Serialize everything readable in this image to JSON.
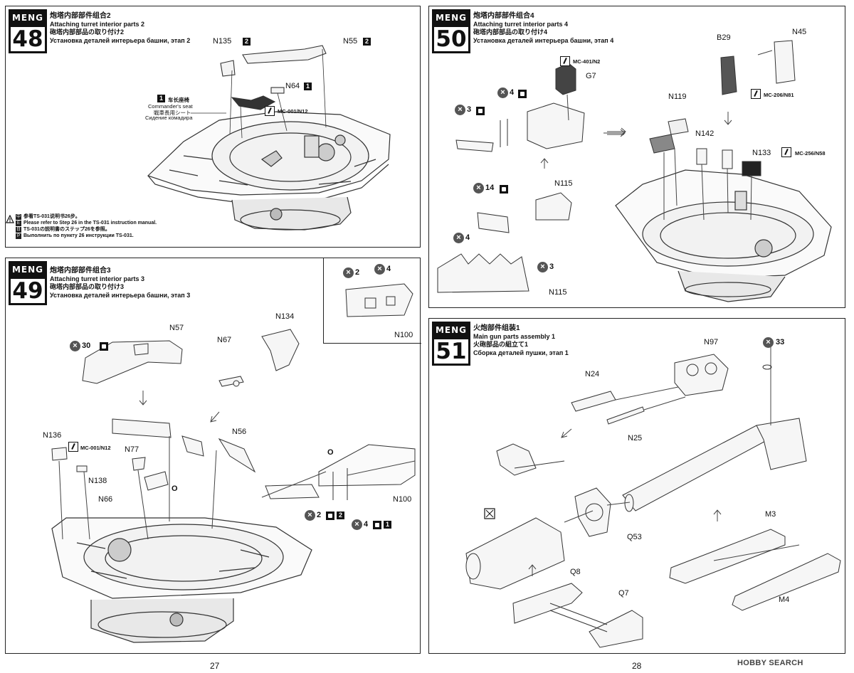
{
  "steps": {
    "s48": {
      "badge": "MENG",
      "number": "48",
      "title_cn": "炮塔内部部件组合2",
      "title_en": "Attaching turret interior parts 2",
      "title_jp": "砲塔内部部品の取り付け2",
      "title_ru": "Установка деталей интерьера башни, этап 2",
      "labels": {
        "n135": "N135",
        "n135_qty": "2",
        "n55": "N55",
        "n55_qty": "2",
        "n64": "N64",
        "n64_qty": "1",
        "seat_qty": "1",
        "seat_cn": "车长座椅",
        "seat_en": "Commander's seat",
        "seat_jp": "戦車長用シート",
        "seat_ru": "Сидение комадира",
        "paint": "MC-001/N12"
      },
      "note": {
        "cn": "参看TS-031说明书26步。",
        "en": "Please refer to Step 26 in the TS-031 instruction manual.",
        "jp": "TS-031の説明書のステップ26を参照。",
        "ru": "Выполнить по пункту 26 инструкции TS-031."
      }
    },
    "s49": {
      "badge": "MENG",
      "number": "49",
      "title_cn": "炮塔内部部件组合3",
      "title_en": "Attaching turret interior parts 3",
      "title_jp": "砲塔内部部品の取り付け3",
      "title_ru": "Установка деталей интерьера башни, этап 3",
      "labels": {
        "n57": "N57",
        "x30": "30",
        "n67": "N67",
        "n134": "N134",
        "n136": "N136",
        "paint": "MC-001/N12",
        "n77": "N77",
        "n138": "N138",
        "n66": "N66",
        "n56": "N56",
        "o1": "O",
        "o2": "O",
        "n100": "N100",
        "x2": "2",
        "q2": "2",
        "x4": "4",
        "q1": "1",
        "inset_x2": "2",
        "inset_x4": "4",
        "inset_x3": "3",
        "inset_n100": "N100",
        "inset_n115": "N115"
      }
    },
    "s50": {
      "badge": "MENG",
      "number": "50",
      "title_cn": "炮塔内部部件组合4",
      "title_en": "Attaching turret interior parts 4",
      "title_jp": "砲塔内部部品の取り付け4",
      "title_ru": "Установка деталей интерьера башни, этап 4",
      "labels": {
        "paint1": "MC-401/N2",
        "g7": "G7",
        "x4": "4",
        "x3": "3",
        "x14": "14",
        "n115": "N115",
        "x4b": "4",
        "b29": "B29",
        "n45": "N45",
        "paint2": "MC-206/N81",
        "n119": "N119",
        "n142": "N142",
        "n133": "N133",
        "paint3": "MC-256/N58"
      }
    },
    "s51": {
      "badge": "MENG",
      "number": "51",
      "title_cn": "火炮部件组装1",
      "title_en": "Main gun parts assembly 1",
      "title_jp": "火砲部品の組立て1",
      "title_ru": "Сборка деталей пушки, этап 1",
      "labels": {
        "n97": "N97",
        "x33": "33",
        "n24": "N24",
        "n25": "N25",
        "q53": "Q53",
        "q8": "Q8",
        "q7": "Q7",
        "m3": "M3",
        "m4": "M4"
      }
    }
  },
  "page_numbers": {
    "left": "27",
    "right": "28"
  },
  "watermark": "HOBBY SEARCH"
}
